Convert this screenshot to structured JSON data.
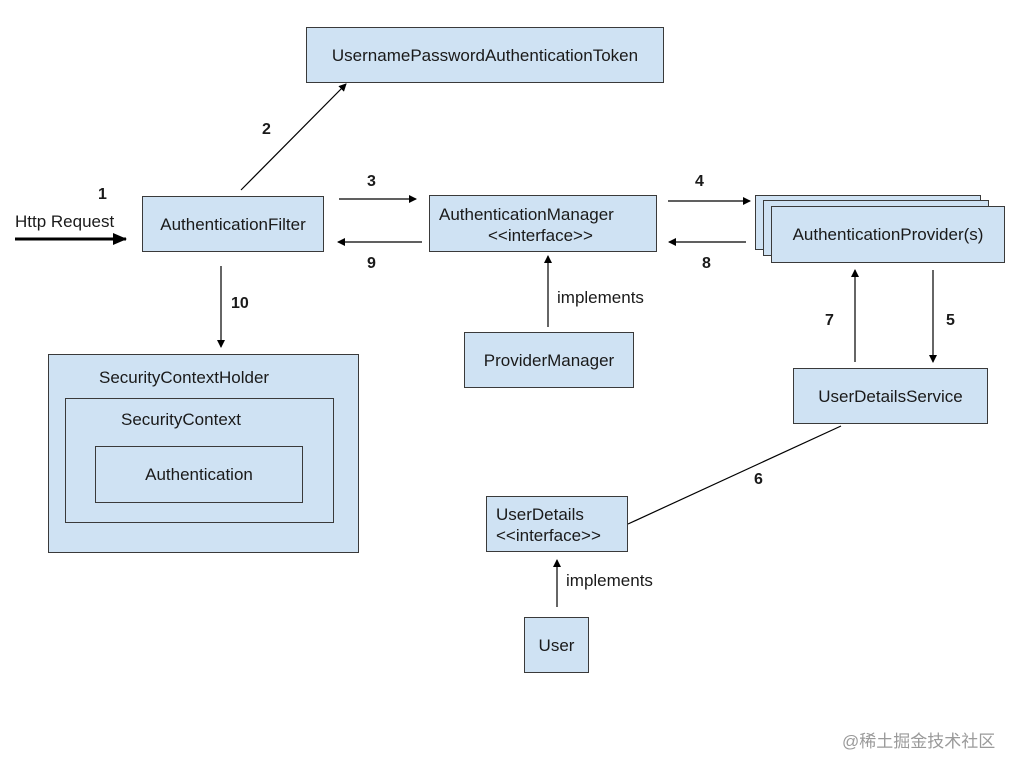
{
  "boxes": {
    "token": "UsernamePasswordAuthenticationToken",
    "filter": "AuthenticationFilter",
    "manager": {
      "line1": "AuthenticationManager",
      "line2": "<<interface>>"
    },
    "provider": "AuthenticationProvider(s)",
    "provider_manager": "ProviderManager",
    "user_details_service": "UserDetailsService",
    "user_details": {
      "line1": "UserDetails",
      "line2": "<<interface>>"
    },
    "user": "User",
    "security_context_holder": "SecurityContextHolder",
    "security_context": "SecurityContext",
    "authentication": "Authentication"
  },
  "labels": {
    "http_request": "Http Request",
    "implements_1": "implements",
    "implements_2": "implements"
  },
  "steps": {
    "s1": "1",
    "s2": "2",
    "s3": "3",
    "s4": "4",
    "s5": "5",
    "s6": "6",
    "s7": "7",
    "s8": "8",
    "s9": "9",
    "s10": "10"
  },
  "watermark": "@稀土掘金技术社区"
}
